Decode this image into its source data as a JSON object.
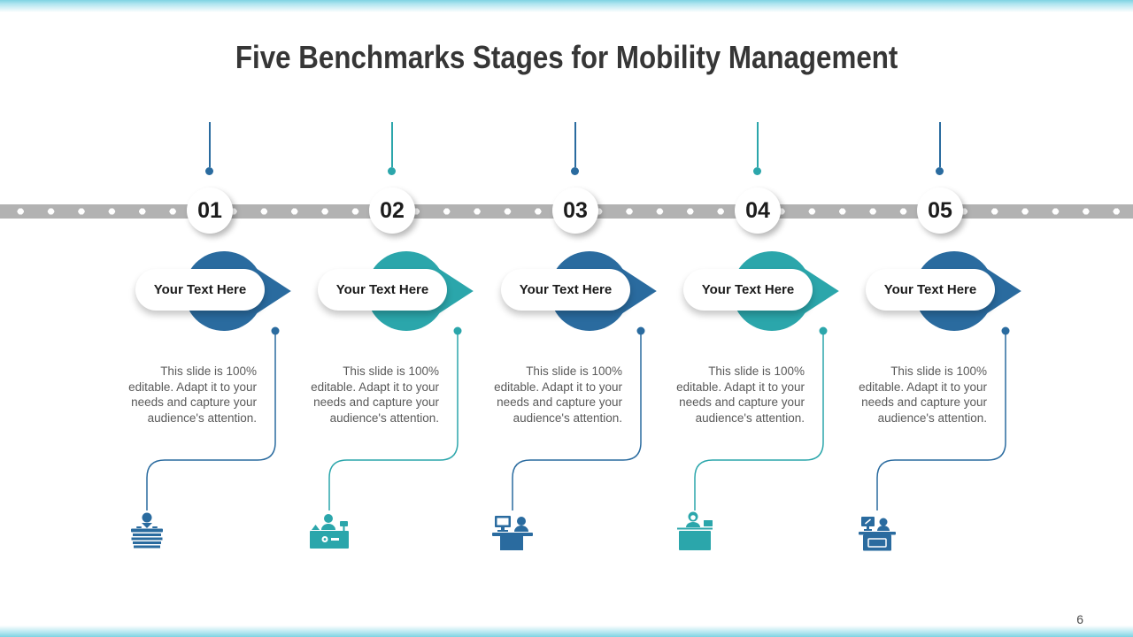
{
  "slide": {
    "title": "Five Benchmarks Stages for Mobility Management",
    "page_number": "6"
  },
  "colors": {
    "blue": "#2A6B9F",
    "teal": "#2BA6AB",
    "track_gray": "#B2B2B2",
    "edge_cyan": "#7ED3E2"
  },
  "stages": [
    {
      "number": "01",
      "label": "Your Text Here",
      "description": "This slide is 100% editable. Adapt it to your needs and capture your audience's attention.",
      "color": "#2A6B9F",
      "icon": "woman-at-desk-icon"
    },
    {
      "number": "02",
      "label": "Your Text Here",
      "description": "This slide is 100% editable. Adapt it to your needs and capture your audience's attention.",
      "color": "#2BA6AB",
      "icon": "manager-at-desk-icon"
    },
    {
      "number": "03",
      "label": "Your Text Here",
      "description": "This slide is 100% editable. Adapt it to your needs and capture your audience's attention.",
      "color": "#2A6B9F",
      "icon": "employee-computer-desk-icon"
    },
    {
      "number": "04",
      "label": "Your Text Here",
      "description": "This slide is 100% editable. Adapt it to your needs and capture your audience's attention.",
      "color": "#2BA6AB",
      "icon": "receptionist-counter-icon"
    },
    {
      "number": "05",
      "label": "Your Text Here",
      "description": "This slide is 100% editable. Adapt it to your needs and capture your audience's attention.",
      "color": "#2A6B9F",
      "icon": "workstation-desk-icon"
    }
  ]
}
